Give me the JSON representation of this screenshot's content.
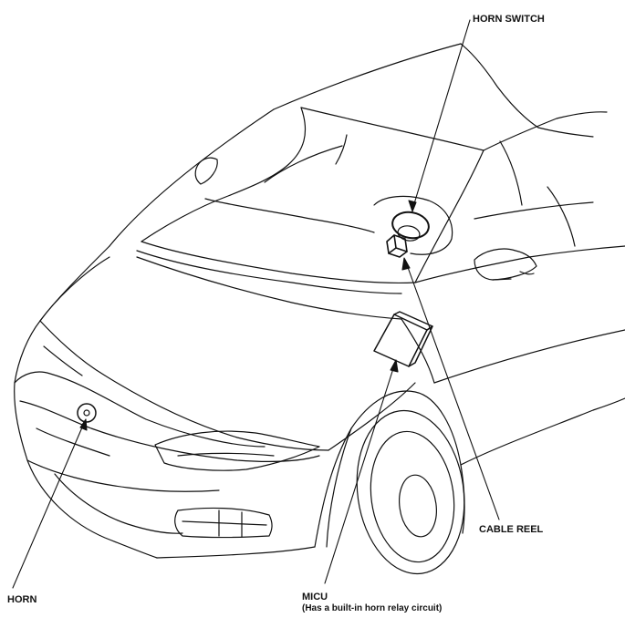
{
  "diagram": {
    "labels": {
      "horn_switch": "HORN SWITCH",
      "cable_reel": "CABLE REEL",
      "horn": "HORN",
      "micu": "MICU",
      "micu_note": "(Has a built-in horn relay circuit)"
    },
    "colors": {
      "line": "#111111",
      "background": "#ffffff"
    }
  }
}
